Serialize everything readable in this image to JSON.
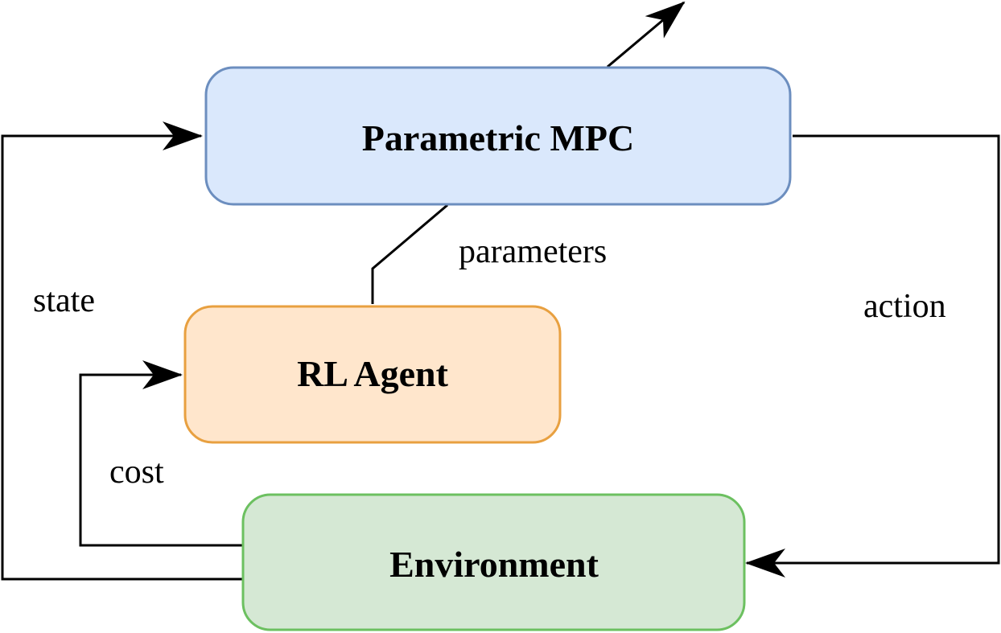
{
  "diagram": {
    "nodes": {
      "mpc": {
        "label": "Parametric MPC",
        "fill": "#dae8fc",
        "stroke": "#6c8ebf"
      },
      "agent": {
        "label": "RL Agent",
        "fill": "#ffe6cc",
        "stroke": "#e8a040"
      },
      "env": {
        "label": "Environment",
        "fill": "#d5e8d4",
        "stroke": "#6cc060"
      }
    },
    "edges": {
      "state": {
        "label": "state",
        "from": "Environment",
        "to": "Parametric MPC"
      },
      "cost": {
        "label": "cost",
        "from": "Environment",
        "to": "RL Agent"
      },
      "action": {
        "label": "action",
        "from": "Parametric MPC",
        "to": "Environment"
      },
      "parameters": {
        "label": "parameters",
        "from": "RL Agent",
        "to": "Parametric MPC"
      }
    }
  }
}
